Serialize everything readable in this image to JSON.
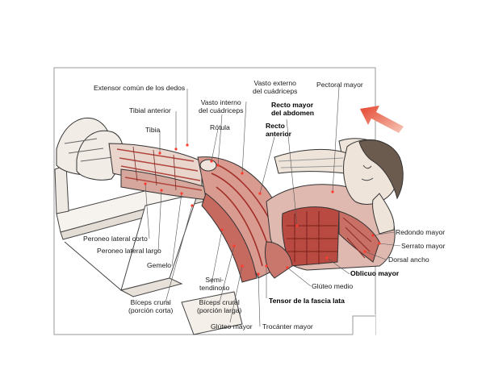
{
  "colors": {
    "muscle": "#c23a3a",
    "skin": "#efe4da",
    "ink": "#222222",
    "arrow": "#e4452e",
    "leader": "#555555"
  },
  "icons": {
    "direction": "arrow-up-left-icon"
  },
  "labels": {
    "extensor": "Extensor común de los dedos",
    "tibial_anterior": "Tibial anterior",
    "tibia": "Tibia",
    "vasto_interno": [
      "Vasto interno",
      "del cuádriceps"
    ],
    "rotula": "Rótula",
    "vasto_externo": [
      "Vasto externo",
      "del cuádriceps"
    ],
    "recto_mayor": [
      "Recto mayor",
      "del abdomen"
    ],
    "recto_anterior": [
      "Recto",
      "anterior"
    ],
    "pectoral_mayor": "Pectoral mayor",
    "redondo_mayor": "Redondo mayor",
    "serrato_mayor": "Serrato mayor",
    "dorsal_ancho": "Dorsal ancho",
    "oblicuo_mayor": "Oblicuo mayor",
    "gluteo_medio": "Glúteo medio",
    "tensor": "Tensor de la fascia lata",
    "trocanter": "Trocánter mayor",
    "gluteo_mayor": "Glúteo mayor",
    "biceps_larga": [
      "Bíceps crural",
      "(porción larga)"
    ],
    "biceps_corta": [
      "Bíceps crural",
      "(porción corta)"
    ],
    "semitendinoso": [
      "Semi-",
      "tendinoso"
    ],
    "gemelo": "Gemelo",
    "peroneo_largo": "Peroneo lateral largo",
    "peroneo_corto": "Peroneo lateral corto"
  }
}
